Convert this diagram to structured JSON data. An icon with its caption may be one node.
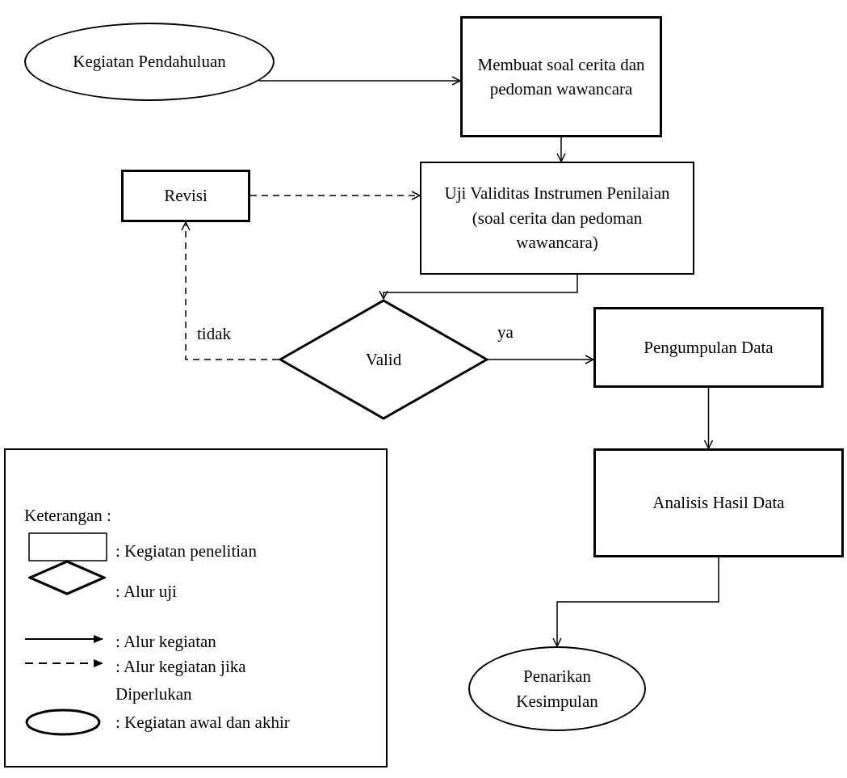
{
  "diagram": {
    "nodes": [
      {
        "text": [
          "Kegiatan Pendahuluan"
        ]
      },
      {
        "text": [
          "Membuat soal cerita dan pedoman wawancara"
        ]
      },
      {
        "text": [
          "Revisi"
        ]
      },
      {
        "text": [
          "Uji Validitas Instrumen Penilaian (soal cerita dan pedoman wawancara)"
        ]
      },
      {
        "text": [
          "Valid"
        ]
      },
      {
        "text": [
          "Pengumpulan Data"
        ]
      },
      {
        "text": [
          "Analisis Hasil Data"
        ]
      },
      {
        "text": [
          "Penarikan Kesimpulan"
        ]
      }
    ],
    "edges": [
      {
        "from": 0,
        "to": 1,
        "arrow": "to"
      },
      {
        "from": 1,
        "to": 3,
        "arrow": "to"
      },
      {
        "from": 2,
        "to": 3,
        "arrow": "to",
        "style": "dashed"
      },
      {
        "from": 3,
        "to": 4,
        "arrow": "to"
      },
      {
        "from": 4,
        "to": 2,
        "arrow": "to",
        "style": "dashed",
        "label": "tidak"
      },
      {
        "from": 4,
        "to": 5,
        "arrow": "to",
        "label": "ya"
      },
      {
        "from": 5,
        "to": 6,
        "arrow": "to"
      },
      {
        "from": 6,
        "to": 7,
        "arrow": "to"
      }
    ],
    "labels": [
      "Keterangan :"
    ],
    "legend": [
      {
        "text": ": Kegiatan penelitian"
      },
      {
        "text": ": Alur uji"
      },
      {
        "text": ": Alur kegiatan"
      },
      {
        "text": ": Alur kegiatan jika Diperlukan"
      },
      {
        "text": ": Kegiatan awal dan akhir"
      }
    ]
  }
}
